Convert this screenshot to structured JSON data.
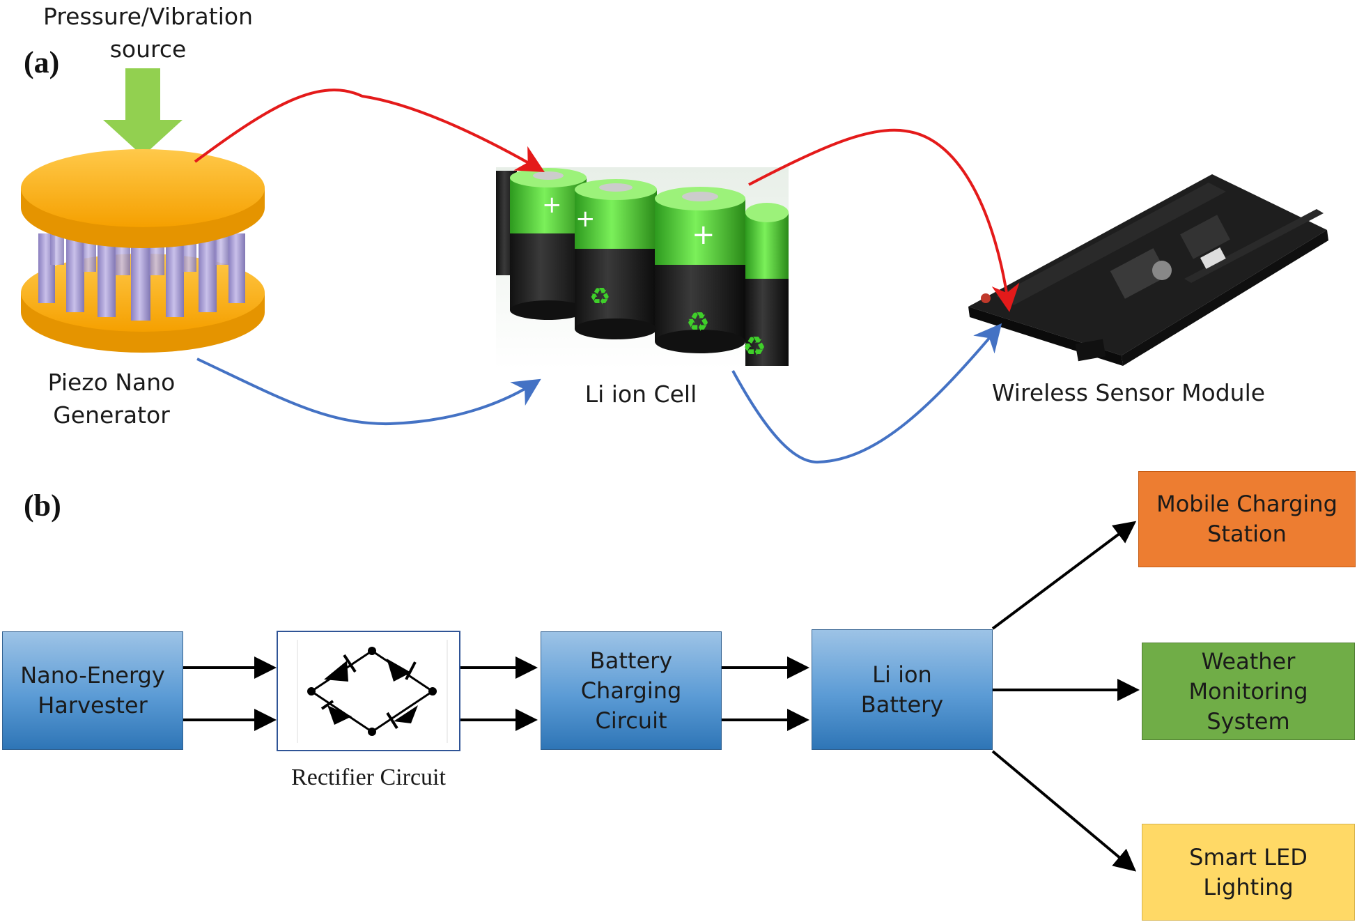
{
  "panels": {
    "a": "(a)",
    "b": "(b)"
  },
  "part_a": {
    "source_label_1": "Pressure/Vibration",
    "source_label_2": "source",
    "generator_label_1": "Piezo Nano",
    "generator_label_2": "Generator",
    "cell_label": "Li ion Cell",
    "module_label": "Wireless Sensor Module"
  },
  "part_b": {
    "harvester": [
      "Nano-Energy",
      "Harvester"
    ],
    "rectifier_caption": "Rectifier Circuit",
    "charging": [
      "Battery",
      "Charging",
      "Circuit"
    ],
    "battery": [
      "Li ion",
      "Battery"
    ],
    "outputs": {
      "mobile": [
        "Mobile Charging",
        "Station"
      ],
      "weather": [
        "Weather",
        "Monitoring",
        "System"
      ],
      "led": [
        "Smart LED",
        "Lighting"
      ]
    }
  },
  "colors": {
    "red_arrow": "#e41a1a",
    "blue_arrow": "#4472c4",
    "source_arrow": "#92d050",
    "disc": "#ffa500",
    "rods": "#a99bd1",
    "block_blue": "#5b9bd5",
    "mobile": "#ed7d31",
    "weather": "#70ad47",
    "led": "#ffd966"
  }
}
